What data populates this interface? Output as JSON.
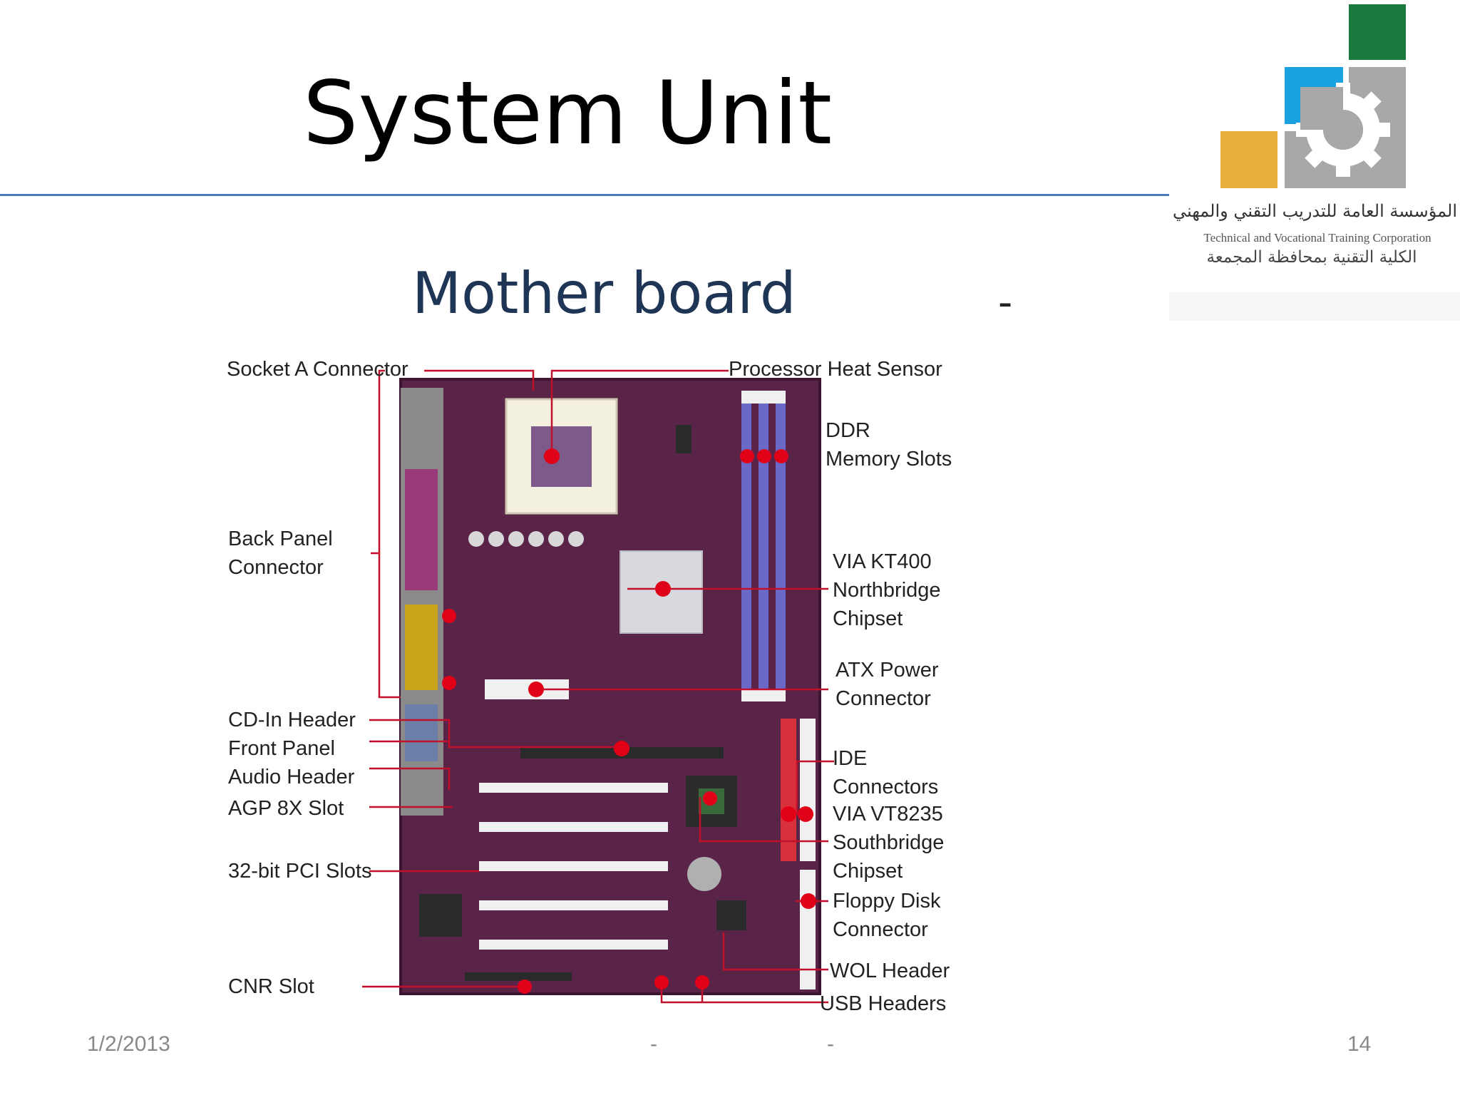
{
  "title": "System Unit",
  "subtitle": "Mother board",
  "top_dash": "-",
  "footer": {
    "date": "1/2/2013",
    "dash1": "-",
    "dash2": "-",
    "page": "14"
  },
  "logo": {
    "name_ar": "المؤسسة العامة للتدريب التقني والمهني",
    "name_en": "Technical and Vocational Training Corporation",
    "college_ar": "الكلية التقنية بمحافظة المجمعة",
    "colors": {
      "green": "#1a7a3e",
      "blue": "#1aa3e0",
      "yellow": "#e9b13b",
      "gray": "#a8a8a8"
    }
  },
  "board_labels": {
    "socket": "Socket A Connector",
    "heat_sensor": "Processor Heat Sensor",
    "ddr_line1": "DDR",
    "ddr_line2": "Memory Slots",
    "back_panel_line1": "Back Panel",
    "back_panel_line2": "Connector",
    "northbridge_line1": "VIA KT400",
    "northbridge_line2": "Northbridge",
    "northbridge_line3": "Chipset",
    "atx_line1": "ATX Power",
    "atx_line2": "Connector",
    "cd_in": "CD-In Header",
    "front_audio_line1": "Front Panel",
    "front_audio_line2": "Audio Header",
    "ide_line1": "IDE",
    "ide_line2": "Connectors",
    "southbridge_line1": "VIA VT8235",
    "southbridge_line2": "Southbridge",
    "southbridge_line3": "Chipset",
    "agp": "AGP 8X Slot",
    "pci": "32-bit PCI Slots",
    "floppy_line1": "Floppy Disk",
    "floppy_line2": "Connector",
    "wol": "WOL Header",
    "cnr": "CNR Slot",
    "usb": "USB Headers"
  }
}
